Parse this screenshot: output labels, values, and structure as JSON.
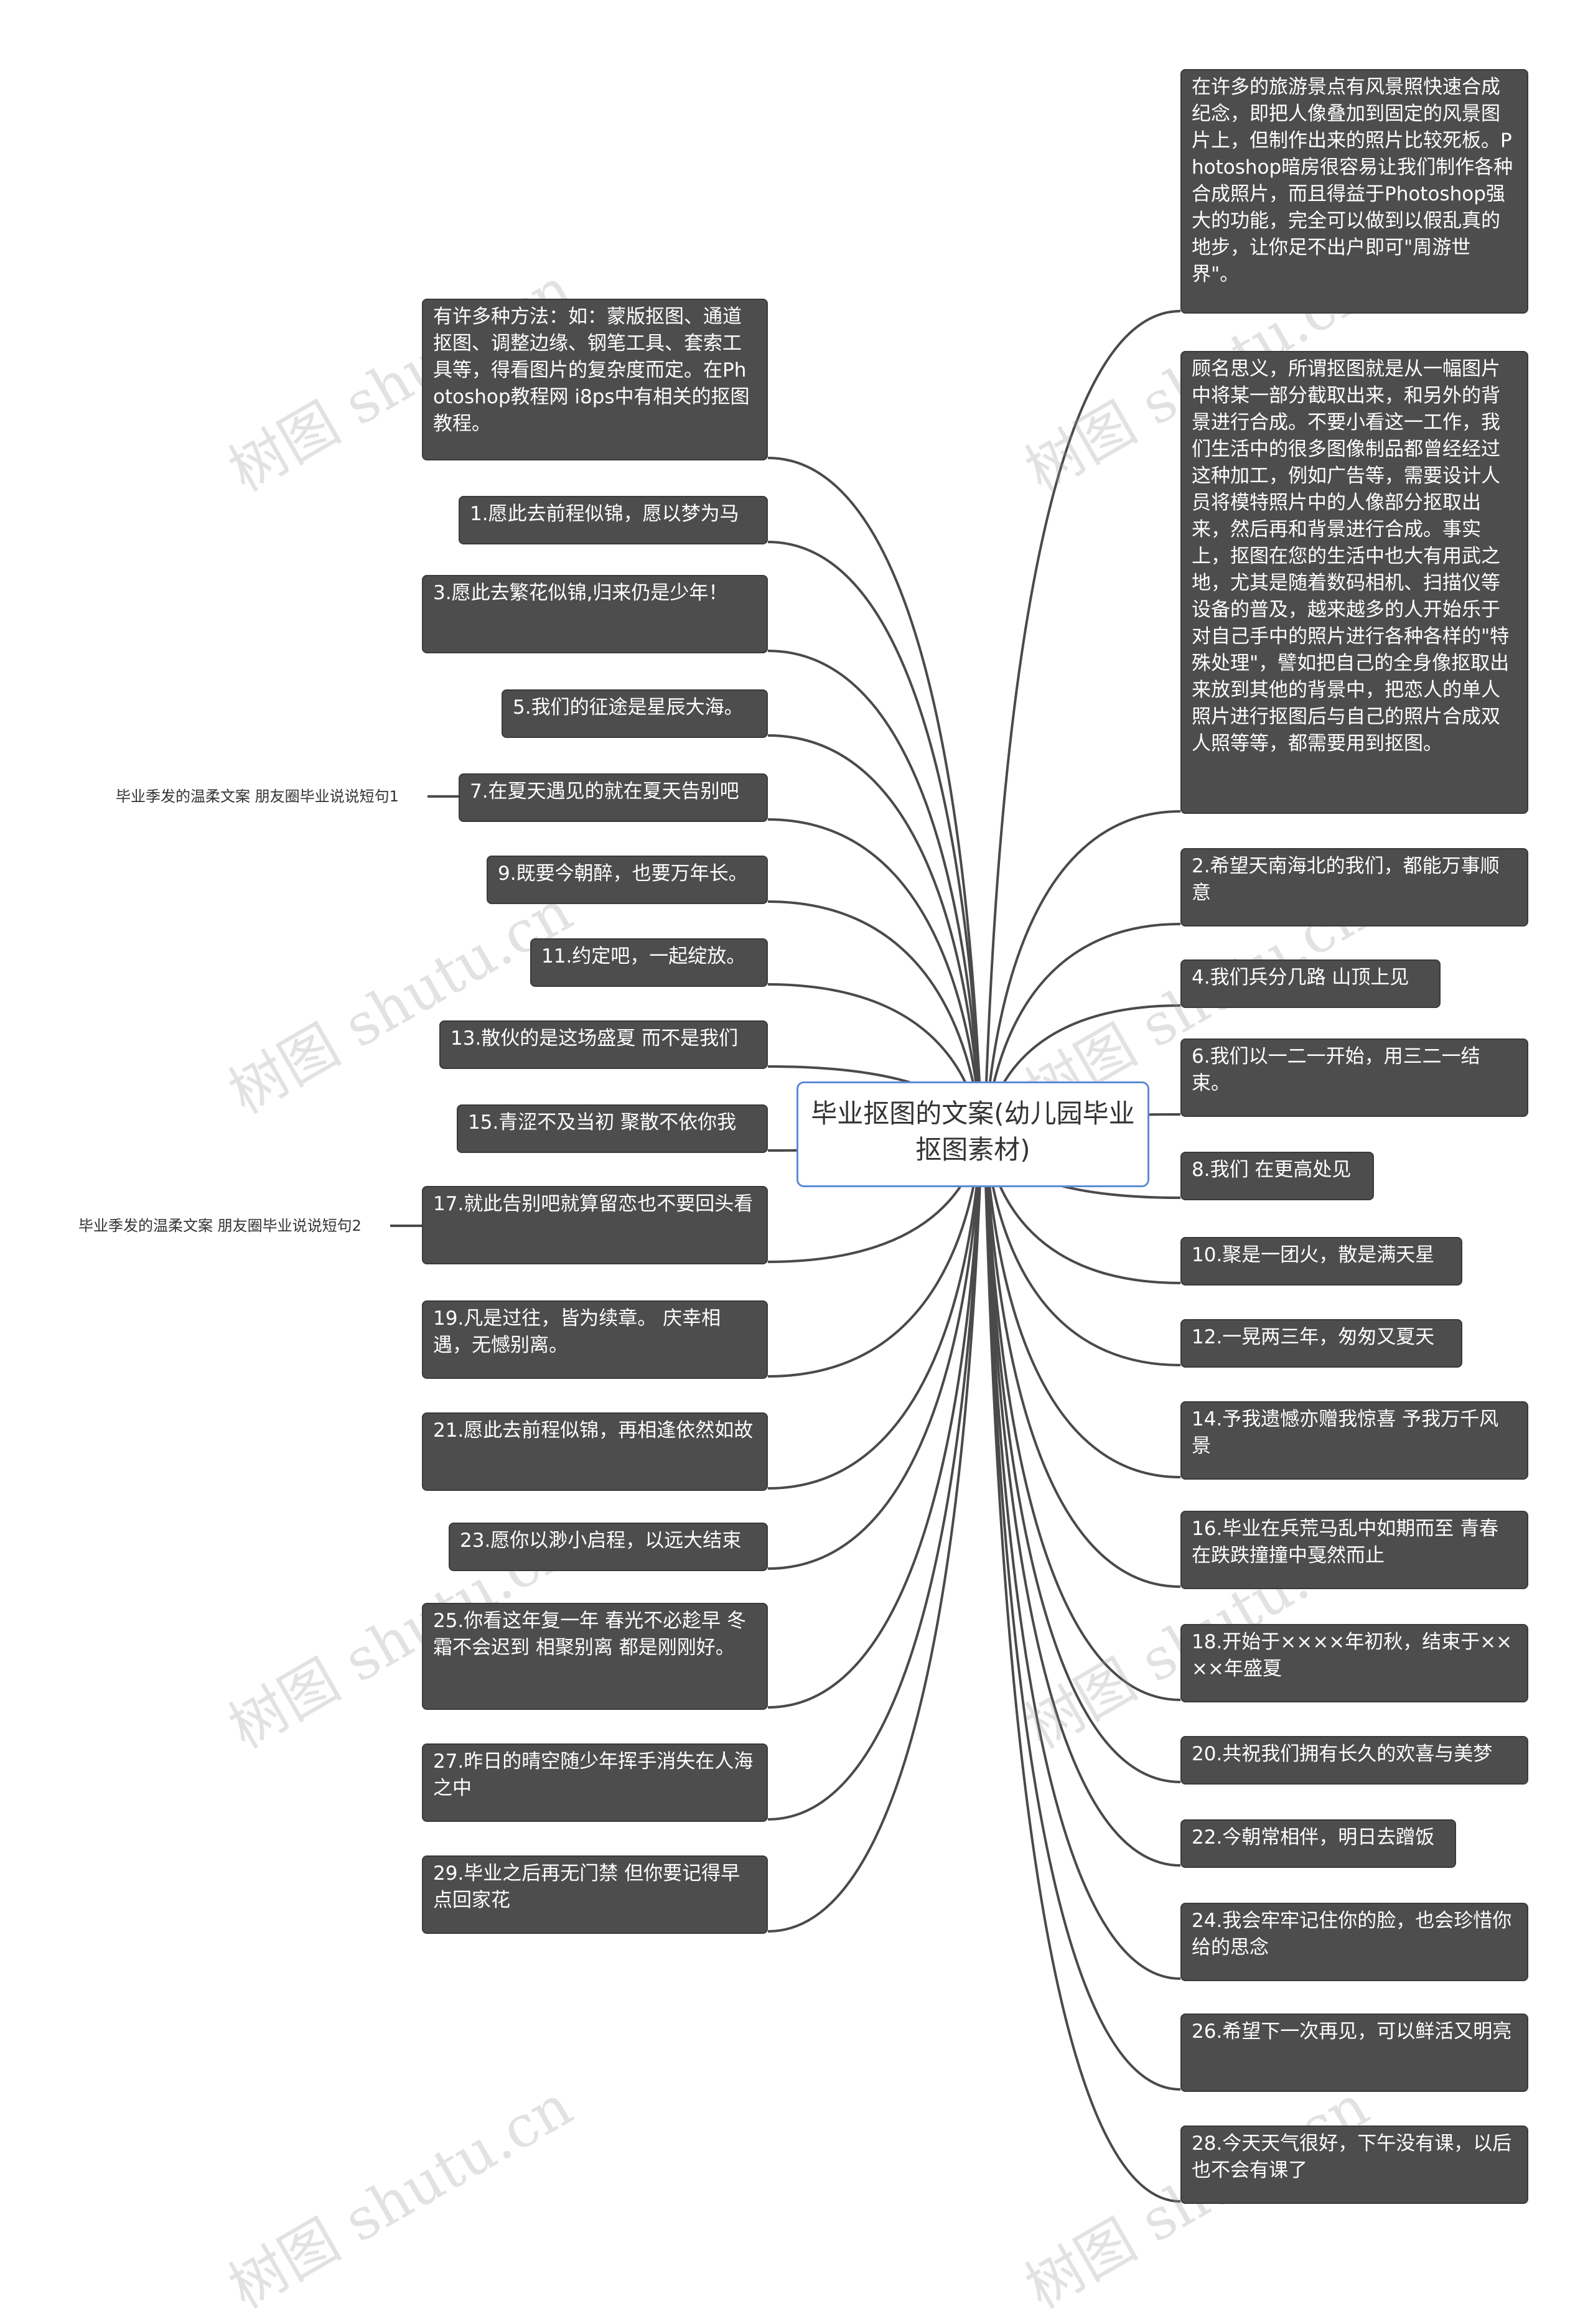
{
  "center_title": "毕业抠图的文案(幼儿园毕业抠图素材)",
  "watermark": "树图 shutu.cn",
  "left_nodes": [
    "有许多种方法：如：蒙版抠图、通道抠图、调整边缘、钢笔工具、套索工具等，得看图片的复杂度而定。在Photoshop教程网 i8ps中有相关的抠图教程。",
    "1.愿此去前程似锦，愿以梦为马",
    "3.愿此去繁花似锦,归来仍是少年！",
    "5.我们的征途是星辰大海。",
    "7.在夏天遇见的就在夏天告别吧",
    "9.既要今朝醉，也要万年长。",
    "11.约定吧，一起绽放。",
    "13.散伙的是这场盛夏 而不是我们",
    "15.青涩不及当初 聚散不依你我",
    "17.就此告别吧就算留恋也不要回头看",
    "19.凡是过往，皆为续章。 庆幸相遇，无憾别离。",
    "21.愿此去前程似锦，再相逢依然如故",
    "23.愿你以渺小启程，以远大结束",
    "25.你看这年复一年 春光不必趁早 冬霜不会迟到 相聚别离 都是刚刚好。",
    "27.昨日的晴空随少年挥手消失在人海之中",
    "29.毕业之后再无门禁 但你要记得早点回家花"
  ],
  "right_nodes": [
    "在许多的旅游景点有风景照快速合成纪念，即把人像叠加到固定的风景图片上，但制作出来的照片比较死板。Photoshop暗房很容易让我们制作各种合成照片，而且得益于Photoshop强大的功能，完全可以做到以假乱真的地步，让你足不出户即可\"周游世界\"。",
    "顾名思义，所谓抠图就是从一幅图片中将某一部分截取出来，和另外的背景进行合成。不要小看这一工作，我们生活中的很多图像制品都曾经经过这种加工，例如广告等，需要设计人员将模特照片中的人像部分抠取出来，然后再和背景进行合成。事实上，抠图在您的生活中也大有用武之地，尤其是随着数码相机、扫描仪等设备的普及，越来越多的人开始乐于对自己手中的照片进行各种各样的\"特殊处理\"，譬如把自己的全身像抠取出来放到其他的背景中，把恋人的单人照片进行抠图后与自己的照片合成双人照等等，都需要用到抠图。",
    "2.希望天南海北的我们，都能万事顺意",
    "4.我们兵分几路 山顶上见",
    "6.我们以一二一开始，用三二一结束。",
    "8.我们 在更高处见",
    "10.聚是一团火，散是满天星",
    "12.一晃两三年，匆匆又夏天",
    "14.予我遗憾亦赠我惊喜 予我万千风景",
    "16.毕业在兵荒马乱中如期而至 青春在跌跌撞撞中戛然而止",
    "18.开始于××××年初秋，结束于××××年盛夏",
    "20.共祝我们拥有长久的欢喜与美梦",
    "22.今朝常相伴，明日去蹭饭",
    "24.我会牢牢记住你的脸，也会珍惜你给的思念",
    "26.希望下一次再见，可以鲜活又明亮",
    "28.今天天气很好，下午没有课，以后也不会有课了"
  ],
  "side_labels": [
    "毕业季发的温柔文案 朋友圈毕业说说短句1",
    "毕业季发的温柔文案 朋友圈毕业说说短句2"
  ]
}
